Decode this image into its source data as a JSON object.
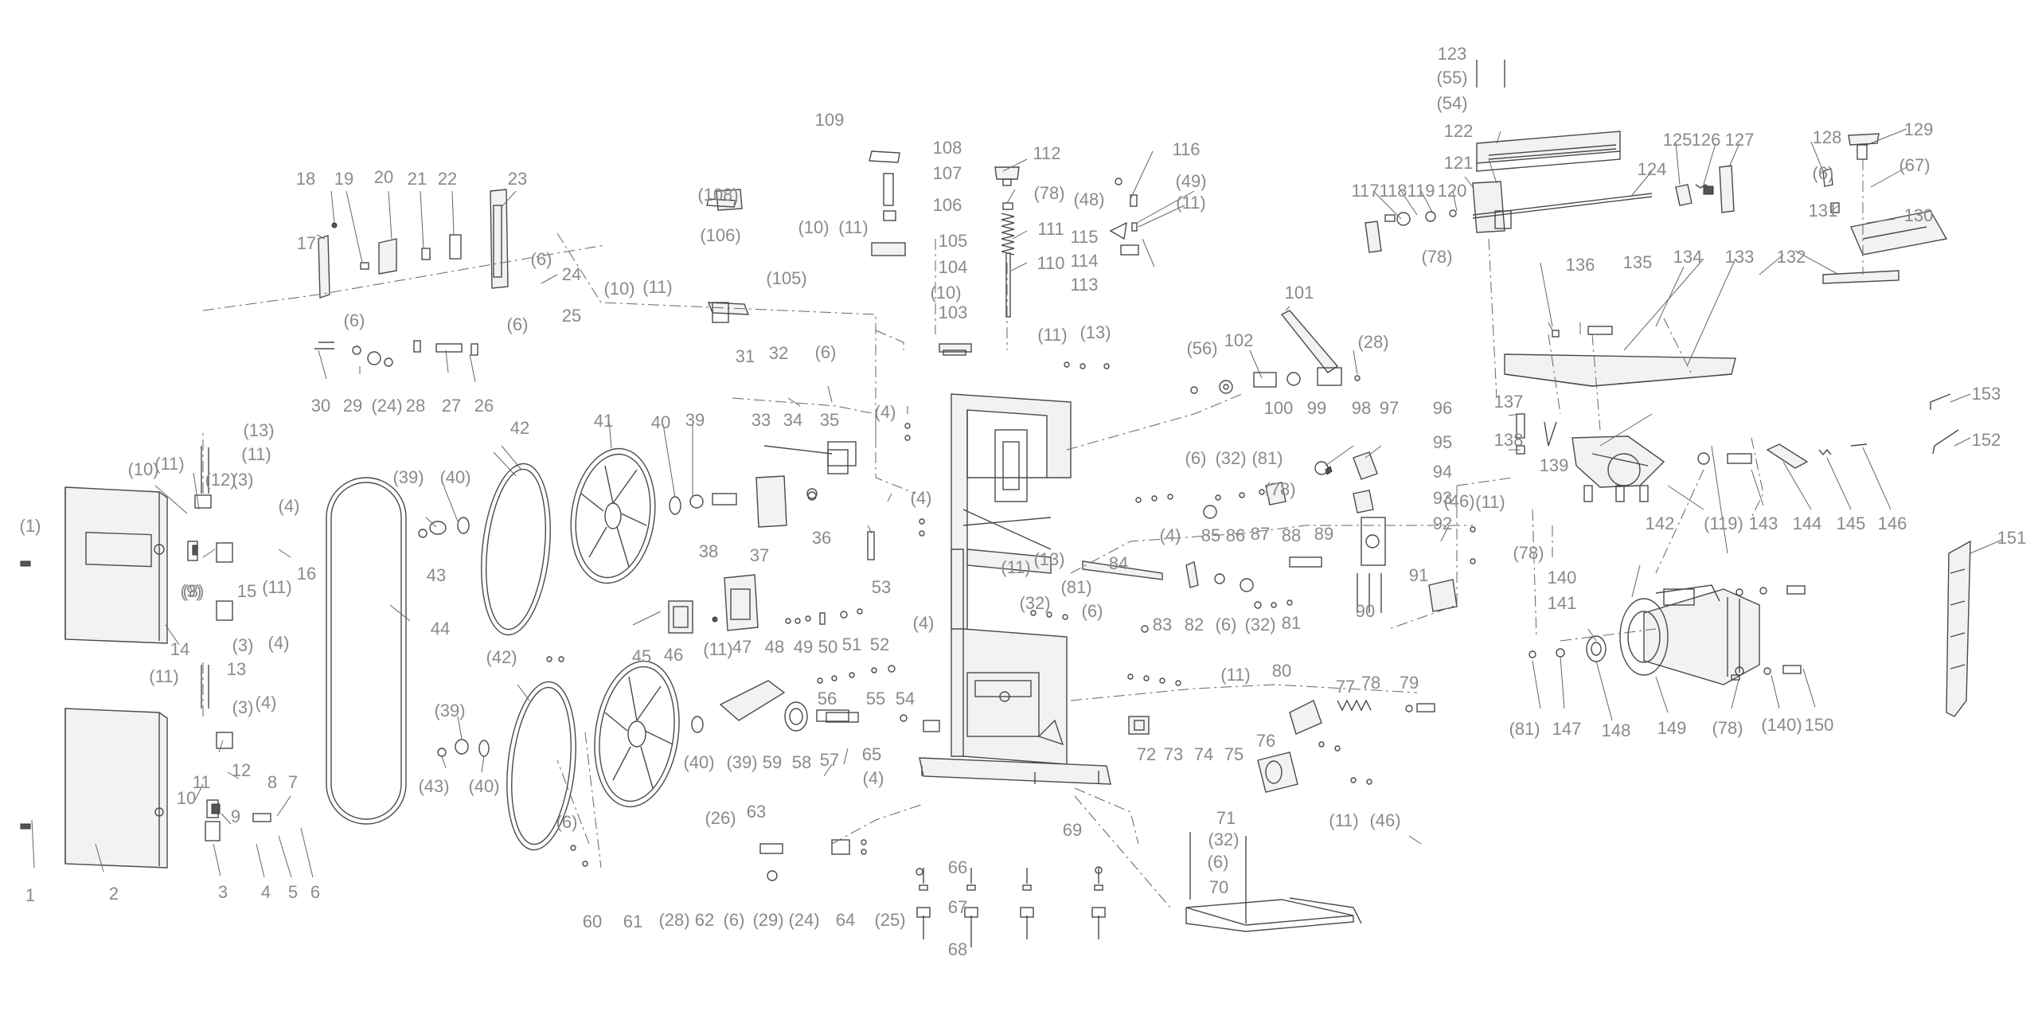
{
  "labels": [
    "1",
    "2",
    "3",
    "4",
    "5",
    "6",
    "7",
    "8",
    "9",
    "10",
    "11",
    "12",
    "13",
    "14",
    "15",
    "16",
    "17",
    "18",
    "19",
    "20",
    "21",
    "22",
    "23",
    "24",
    "25",
    "26",
    "27",
    "28",
    "29",
    "30",
    "31",
    "32",
    "33",
    "34",
    "35",
    "36",
    "37",
    "38",
    "39",
    "40",
    "41",
    "42",
    "43",
    "44",
    "45",
    "46",
    "47",
    "48",
    "49",
    "50",
    "51",
    "52",
    "53",
    "54",
    "55",
    "56",
    "57",
    "58",
    "59",
    "60",
    "61",
    "62",
    "63",
    "64",
    "65",
    "66",
    "67",
    "68",
    "69",
    "70",
    "71",
    "72",
    "73",
    "74",
    "75",
    "76",
    "77",
    "78",
    "79",
    "80",
    "81",
    "82",
    "83",
    "84",
    "85",
    "86",
    "87",
    "88",
    "89",
    "90",
    "91",
    "92",
    "93",
    "94",
    "95",
    "96",
    "97",
    "98",
    "99",
    "100",
    "101",
    "102",
    "103",
    "104",
    "105",
    "106",
    "107",
    "108",
    "109",
    "110",
    "111",
    "112",
    "113",
    "114",
    "115",
    "116",
    "117",
    "118",
    "119",
    "120",
    "121",
    "122",
    "123",
    "124",
    "125",
    "126",
    "127",
    "128",
    "129",
    "130",
    "131",
    "132",
    "133",
    "134",
    "135",
    "136",
    "137",
    "138",
    "139",
    "140",
    "141",
    "142",
    "143",
    "144",
    "145",
    "146",
    "147",
    "148",
    "149",
    "150",
    "151",
    "152",
    "153",
    "(1)",
    "(3)",
    "(4)",
    "(6)",
    "(8)",
    "(9)",
    "(10)",
    "(11)",
    "(12)",
    "(13)",
    "(24)",
    "(25)",
    "(26)",
    "(28)",
    "(29)",
    "(32)",
    "(39)",
    "(40)",
    "(42)",
    "(43)",
    "(46)",
    "(48)",
    "(49)",
    "(54)",
    "(55)",
    "(56)",
    "(67)",
    "(78)",
    "(81)",
    "(105)",
    "(106)",
    "(108)",
    "(119)",
    "(140)"
  ]
}
